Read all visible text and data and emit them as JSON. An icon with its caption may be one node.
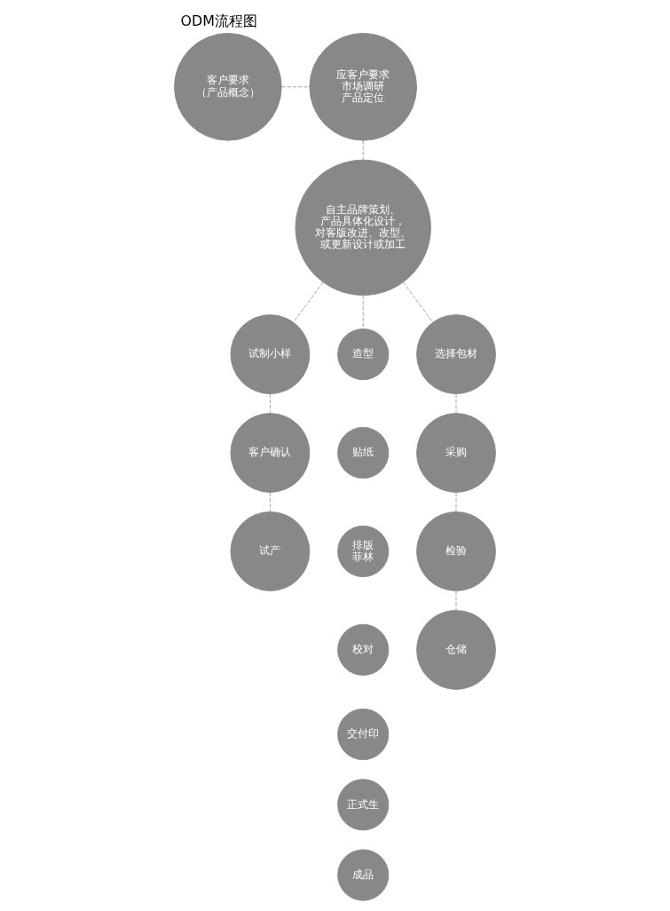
{
  "diagram": {
    "title": "ODM流程图",
    "nodes": [
      {
        "text": [
          "客户要求（产品概念）"
        ]
      },
      {
        "text": [
          "应客户要求市场调研产品定位"
        ]
      },
      {
        "text": [
          "自主品牌策划、产品具体化设计，对客版改进、改型、或更新设计或加工"
        ]
      },
      {
        "text": [
          "试制小样"
        ]
      },
      {
        "text": [
          "客户确认"
        ]
      },
      {
        "text": [
          "试产"
        ]
      },
      {
        "text": [
          "造型"
        ]
      },
      {
        "text": [
          "贴纸"
        ]
      },
      {
        "text": [
          "排版菲林"
        ]
      },
      {
        "text": [
          "校对"
        ]
      },
      {
        "text": [
          "交付印"
        ]
      },
      {
        "text": [
          "正式生"
        ]
      },
      {
        "text": [
          "成品"
        ]
      },
      {
        "text": [
          "选择包材"
        ]
      },
      {
        "text": [
          "采购"
        ]
      },
      {
        "text": [
          "检验"
        ]
      },
      {
        "text": [
          "仓储"
        ]
      }
    ],
    "edges": [
      {
        "from": 0,
        "to": 1,
        "arrow": "none",
        "style": "dashed"
      },
      {
        "from": 1,
        "to": 2,
        "arrow": "none",
        "style": "dashed"
      },
      {
        "from": 2,
        "to": 3,
        "arrow": "none",
        "style": "dashed"
      },
      {
        "from": 2,
        "to": 6,
        "arrow": "none",
        "style": "dashed"
      },
      {
        "from": 2,
        "to": 13,
        "arrow": "none",
        "style": "dashed"
      },
      {
        "from": 3,
        "to": 4,
        "arrow": "none",
        "style": "dashed"
      },
      {
        "from": 4,
        "to": 5,
        "arrow": "none",
        "style": "dashed"
      },
      {
        "from": 13,
        "to": 14,
        "arrow": "none",
        "style": "dashed"
      },
      {
        "from": 14,
        "to": 15,
        "arrow": "none",
        "style": "dashed"
      },
      {
        "from": 15,
        "to": 16,
        "arrow": "none",
        "style": "dashed"
      }
    ]
  }
}
